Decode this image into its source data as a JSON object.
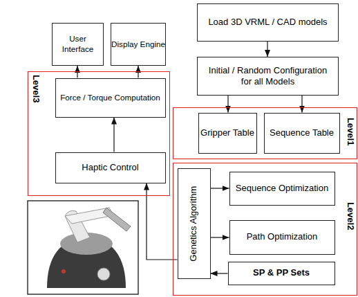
{
  "diagram": {
    "nodes": [
      {
        "text": [
          "User Interface"
        ]
      },
      {
        "text": [
          "Display Engine"
        ]
      },
      {
        "text": [
          "Load 3D VRML / CAD models"
        ]
      },
      {
        "text": [
          "Initial / Random Configuration for all Models"
        ]
      },
      {
        "text": [
          "Level3"
        ]
      },
      {
        "text": [
          "Force / Torque Computation"
        ],
        "in": 4
      },
      {
        "text": [
          "Haptic Control"
        ],
        "in": 4
      },
      {
        "text": [
          "Level1"
        ]
      },
      {
        "text": [
          "Gripper Table"
        ],
        "in": 7
      },
      {
        "text": [
          "Sequence Table"
        ],
        "in": 7
      },
      {
        "text": [
          "Level2"
        ]
      },
      {
        "text": [
          "Genetics Algorithm"
        ],
        "in": 10
      },
      {
        "text": [
          "Sequence Optimization"
        ],
        "in": 10
      },
      {
        "text": [
          "Path Optimization"
        ],
        "in": 10
      },
      {
        "text": [
          "SP & PP Sets"
        ],
        "in": 10
      }
    ],
    "edges": [
      {
        "from": 5,
        "to": 0,
        "arrow": "to"
      },
      {
        "from": 5,
        "to": 1,
        "arrow": "to"
      },
      {
        "from": 6,
        "to": 5,
        "arrow": "to"
      },
      {
        "from": 2,
        "to": 3,
        "arrow": "to"
      },
      {
        "from": 3,
        "to": 8,
        "arrow": "to"
      },
      {
        "from": 3,
        "to": 9,
        "arrow": "to"
      },
      {
        "from": 11,
        "to": 12,
        "arrow": "to"
      },
      {
        "from": 11,
        "to": 13,
        "arrow": "to"
      },
      {
        "from": 14,
        "to": 11,
        "arrow": "to"
      },
      {
        "from": 11,
        "to": 6,
        "arrow": "to"
      }
    ]
  }
}
